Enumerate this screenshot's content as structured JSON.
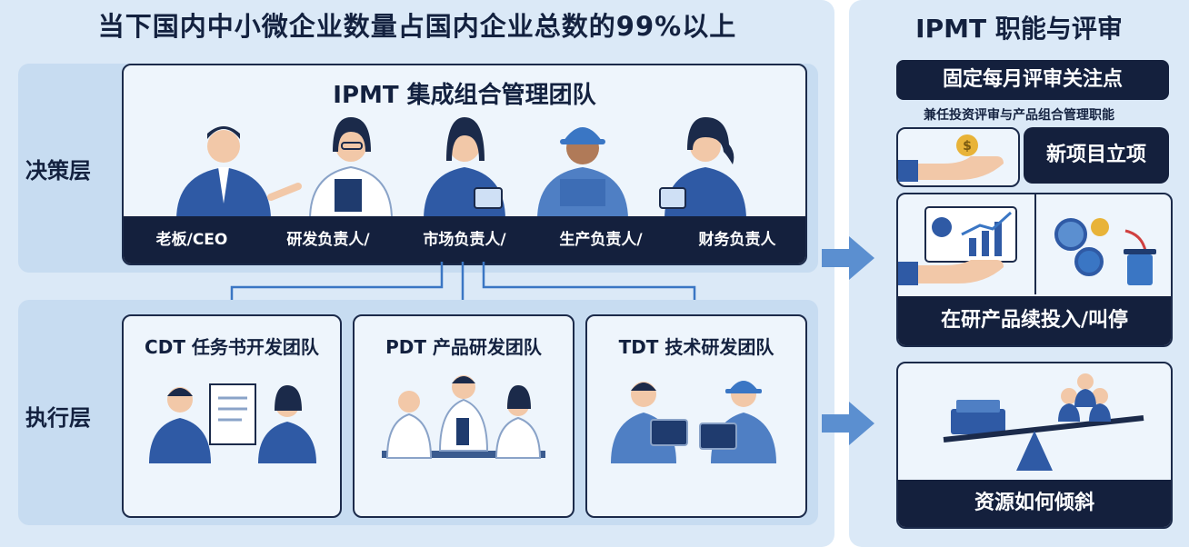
{
  "main_title": "当下国内中小微企业数量占国内企业总数的99%以上",
  "right_title": "IPMT 职能与评审",
  "decision_layer": {
    "label": "决策层",
    "team_title": "IPMT 集成组合管理团队",
    "roles": [
      "老板/CEO",
      "研发负责人/",
      "市场负责人/",
      "生产负责人/",
      "财务负责人"
    ]
  },
  "execution_layer": {
    "label": "执行层",
    "teams": [
      "CDT 任务书开发团队",
      "PDT 产品研发团队",
      "TDT 技术研发团队"
    ]
  },
  "right_panel": {
    "review_header": "固定每月评审关注点",
    "review_sub": "兼任投资评审与产品组合管理职能",
    "new_project": "新项目立项",
    "continue_stop": "在研产品续投入/叫停",
    "resource_tilt": "资源如何倾斜"
  },
  "colors": {
    "navy": "#14203d",
    "panel": "#dbe9f7",
    "band": "#c7dcf1",
    "card": "#eef5fc",
    "accent": "#3a76c4",
    "person": "#2f5aa5"
  }
}
